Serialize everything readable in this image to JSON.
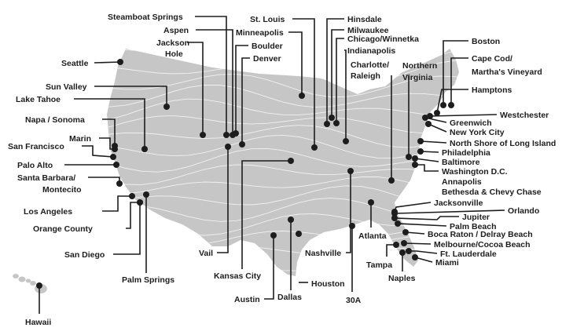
{
  "colors": {
    "land": "#c6c6c6",
    "ink": "#1d1d1d",
    "contour": "#ffffff",
    "background": "#ffffff"
  },
  "markers": [
    {
      "label": "Steamboat Springs"
    },
    {
      "label": "Aspen"
    },
    {
      "label": "Jackson"
    },
    {
      "label": "Hole"
    },
    {
      "label": "Boulder"
    },
    {
      "label": "Denver"
    },
    {
      "label": "St. Louis"
    },
    {
      "label": "Minneapolis"
    },
    {
      "label": "Hinsdale"
    },
    {
      "label": "Milwaukee"
    },
    {
      "label": "Chicago/Winnetka"
    },
    {
      "label": "Indianapolis"
    },
    {
      "label": "Boston"
    },
    {
      "label": "Cape Cod/"
    },
    {
      "label": "Martha's Vineyard"
    },
    {
      "label": "Seattle"
    },
    {
      "label": "Charlotte/"
    },
    {
      "label": "Raleigh"
    },
    {
      "label": "Northern"
    },
    {
      "label": "Virginia"
    },
    {
      "label": "Hamptons"
    },
    {
      "label": "Westchester"
    },
    {
      "label": "Greenwich"
    },
    {
      "label": "New York City"
    },
    {
      "label": "North Shore of Long Island"
    },
    {
      "label": "Philadelphia"
    },
    {
      "label": "Baltimore"
    },
    {
      "label": "Washington D.C."
    },
    {
      "label": "Annapolis"
    },
    {
      "label": "Bethesda & Chevy Chase"
    },
    {
      "label": "Sun Valley"
    },
    {
      "label": "Lake Tahoe"
    },
    {
      "label": "Napa / Sonoma"
    },
    {
      "label": "Marin"
    },
    {
      "label": "San Francisco"
    },
    {
      "label": "Palo Alto"
    },
    {
      "label": "Santa Barbara/"
    },
    {
      "label": "Montecito"
    },
    {
      "label": "Los Angeles"
    },
    {
      "label": "Orange County"
    },
    {
      "label": "San Diego"
    },
    {
      "label": "Palm Springs"
    },
    {
      "label": "Vail"
    },
    {
      "label": "Kansas City"
    },
    {
      "label": "Austin"
    },
    {
      "label": "Dallas"
    },
    {
      "label": "Houston"
    },
    {
      "label": "Nashville"
    },
    {
      "label": "Atlanta"
    },
    {
      "label": "30A"
    },
    {
      "label": "Jacksonville"
    },
    {
      "label": "Orlando"
    },
    {
      "label": "Jupiter"
    },
    {
      "label": "Palm Beach"
    },
    {
      "label": "Boca Raton / Delray Beach"
    },
    {
      "label": "Melbourne/Cocoa Beach"
    },
    {
      "label": "Ft. Lauderdale"
    },
    {
      "label": "Tampa"
    },
    {
      "label": "Miami"
    },
    {
      "label": "Naples"
    },
    {
      "label": "Hawaii"
    }
  ]
}
